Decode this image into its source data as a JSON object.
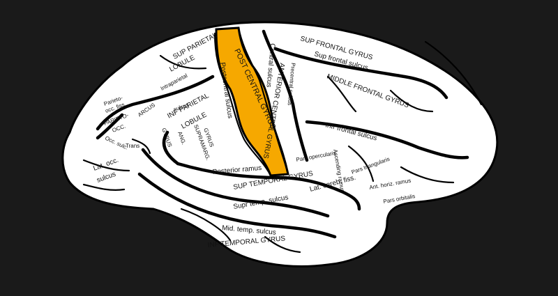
{
  "colors": {
    "background": "#1a1a1a",
    "brain": "#ffffff",
    "outline": "#000000",
    "highlight": "#f6a800"
  },
  "labels": {
    "sup_parietal": "SUP PARIETAL",
    "lobule_top": "LOBULE",
    "intraparietal": "Intraparietal",
    "sulcus_ip": "sulcus",
    "inf_parietal": "INF PARIETAL",
    "lobule_inf": "LOBULE",
    "parieto_occ_fiss": "Parieto-",
    "occ_fiss": "occ. fiss.",
    "parieto_occ": "PARIETO-",
    "occ": "OCC.",
    "arcus": "ARCUS",
    "occ_sulc": "Occ. sulc.",
    "trans": "Trans",
    "gyrus_ang": "GYRUS",
    "ang": "ANG.",
    "supramarg": "SUPRAMARG.",
    "gyrus_sm": "GYRUS",
    "lat_occ": "Lat. occ.",
    "sulcus_lo": "sulcus",
    "post_central_gyrus": "POST CENTRAL GYRUS",
    "postcentral_sulcus": "Postcentral sulcus",
    "central_sulcus": "Central sulcus",
    "anterior_central_gyrus": "ANTERIOR CENTRAL GYRUS",
    "precentral_sulcus": "Precentral sulcus",
    "sup_frontal_gyrus": "SUP FRONTAL GYRUS",
    "sup_frontal_sulcus": "Sup frontal sulcus",
    "middle_frontal_gyrus": "MIDDLE FRONTAL GYRUS",
    "inf_frontal_sulcus": "Infr frontal sulcus",
    "pars_opercularis": "Pars opercularis",
    "ascending_ramus": "Ascending ramus",
    "pars_triangularis": "Pars triangularis",
    "ant_horiz_ramus": "Ant. horiz. ramus",
    "pars_orbitalis": "Pars orbitalis",
    "posterior_ramus": "Posterior ramus",
    "lat_cereb_fiss": "Lat. cereb. fiss.",
    "sup_temporal_gyrus": "SUP TEMPORAL GYRUS",
    "sup_temp_sulcus": "Supr temp. sulcus",
    "mid_temp_sulcus": "Mid. temp. sulcus",
    "inf_temporal_gyrus": "INF TEMPORAL GYRUS"
  }
}
